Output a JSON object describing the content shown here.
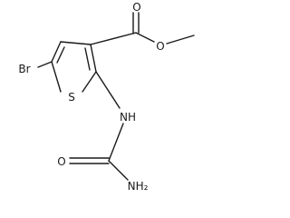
{
  "molecule": {
    "atoms": {
      "bromine": "Br",
      "sulfur": "S",
      "ester_carbonyl_oxygen": "O",
      "ester_ether_oxygen": "O",
      "amide_nh": "NH",
      "urea_carbonyl_oxygen": "O",
      "urea_amine": "NH₂"
    }
  }
}
